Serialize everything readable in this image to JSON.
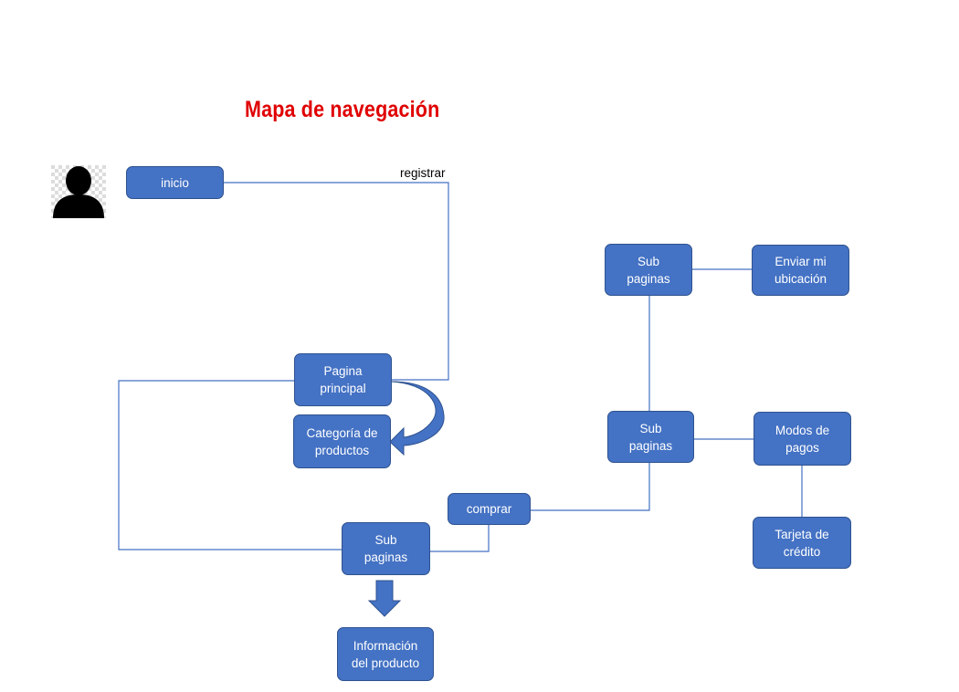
{
  "title": "Mapa de navegación",
  "edge_labels": {
    "registrar": "registrar"
  },
  "nodes": {
    "inicio": "inicio",
    "pagina_principal": "Pagina\nprincipal",
    "categoria": "Categoría de\nproductos",
    "sub_top": "Sub\npaginas",
    "enviar": "Enviar mi\nubicación",
    "sub_mid": "Sub\npaginas",
    "modos": "Modos de\npagos",
    "tarjeta": "Tarjeta de\ncrédito",
    "comprar": "comprar",
    "sub_bottom": "Sub\npaginas",
    "informacion": "Información\ndel producto"
  },
  "icons": {
    "user": "user-silhouette-icon"
  },
  "colors": {
    "node_fill": "#4472c4",
    "node_border": "#2f528f",
    "title": "#e00000",
    "connector": "#4472c4"
  }
}
